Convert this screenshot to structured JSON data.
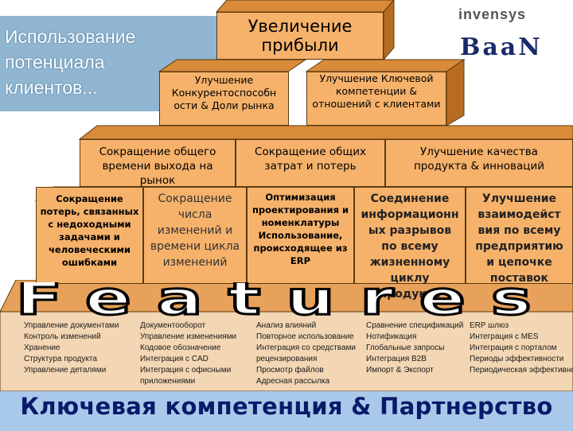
{
  "title": "Использование потенциала клиентов...",
  "logos": {
    "invensys": "invensys",
    "baan": "BaaN"
  },
  "top": {
    "label": "Увеличение прибыли"
  },
  "level2": [
    {
      "label": "Улучшение Конкурентоспособн ости & Доли рынка"
    },
    {
      "label": "Улучшение Ключевой компетенции & отношений с клиентами"
    }
  ],
  "level3": [
    {
      "label": "Сокращение общего времени выхода на рынок"
    },
    {
      "label": "Сокращение общих затрат и потерь"
    },
    {
      "label": "Улучшение качества продукта & инноваций"
    }
  ],
  "level4": [
    {
      "label": "Сокращение потерь, связанных с недоходными задачами и человеческими ошибками"
    },
    {
      "label": "Сокращение числа изменений и времени цикла изменений"
    },
    {
      "label": "Оптимизация проектирования и номенклатуры Использование, происходящее из ERP"
    },
    {
      "label": "Соединение информационн ых разрывов по всему жизненному циклу продукта"
    },
    {
      "label": "Улучшение взаимодейст вия по всему предприятию и цепочке поставок"
    }
  ],
  "features_word": "Features",
  "features": [
    [
      "Управление документами",
      "Контроль изменений",
      "Хранение",
      "Структура продукта",
      "Управление деталями"
    ],
    [
      "Документооборот",
      "Управление изменениями",
      "Кодовое обозначение",
      "Интеграция с CAD",
      "Интеграция с офисными приложениями"
    ],
    [
      "Анализ влияний",
      "Повторное использование",
      "Интеграция со средствами",
      "рецензирования",
      "Просмотр файлов",
      "Адресная рассылка"
    ],
    [
      "Сравнение спецификаций",
      "Нотификация",
      "Глобальные запросы",
      "Интеграция B2B",
      "Импорт & Экспорт"
    ],
    [
      "ERP шлюз",
      "Интеграция с MES",
      "Интеграция с порталом",
      "Периоды эффективности",
      "Периодическая эффективность"
    ]
  ],
  "bottom": "Ключевая компетенция & Партнерство",
  "colors": {
    "block": "#f6b26b",
    "feature_band": "#f0c79a",
    "bottom_band": "#7fb0e0",
    "title_bg": "#79a6c8"
  }
}
